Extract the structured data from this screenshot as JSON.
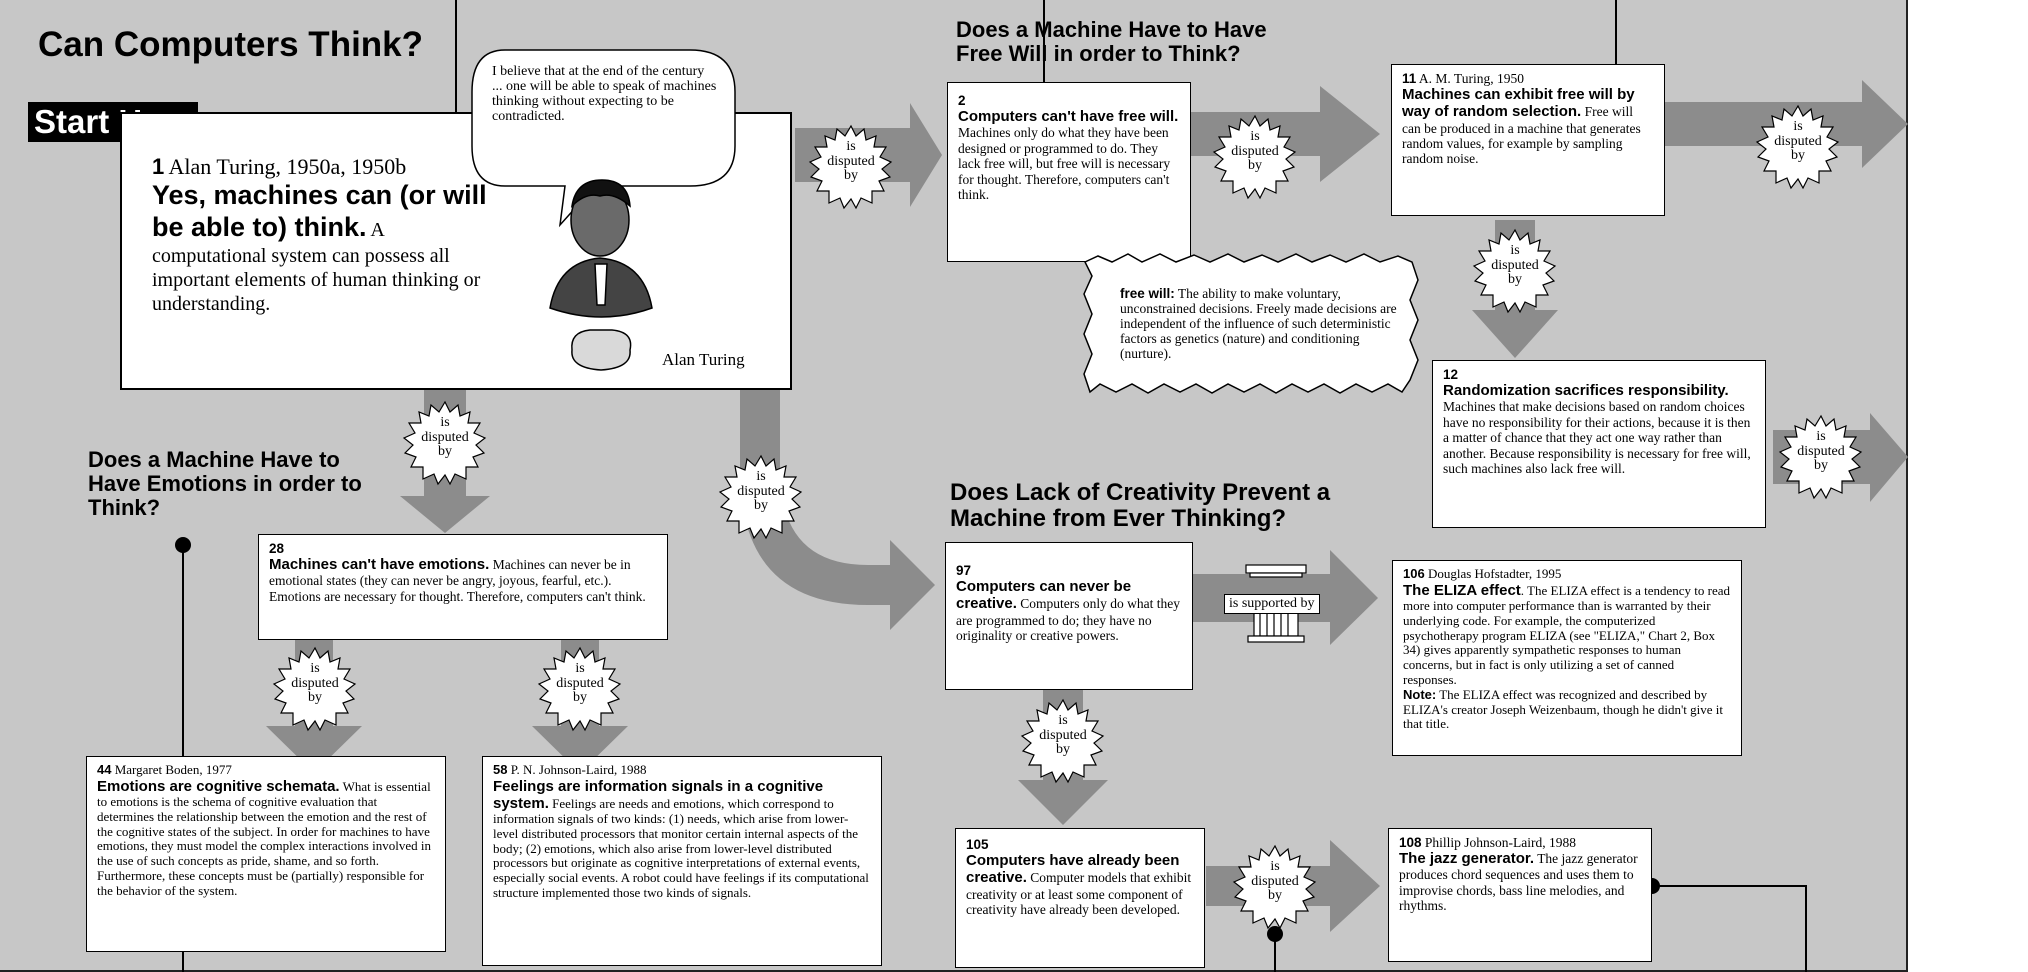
{
  "title": "Can Computers Think?",
  "start_label": "Start Here",
  "colors": {
    "background": "#c7c7c7",
    "arrow": "#8c8c8c",
    "box": "#ffffff"
  },
  "section_headings": {
    "free_will": "Does a Machine Have to Have Free Will in order to Think?",
    "emotions": "Does a Machine Have to Have Emotions  in order to Think?",
    "creativity": "Does Lack of Creativity  Prevent a Machine from  Ever Thinking?"
  },
  "link_labels": {
    "disputed": [
      "is",
      "disputed",
      "by"
    ],
    "supported": "is supported by"
  },
  "speech_bubble": "I believe that at the end of the century ... one will be able to speak of machines thinking without expecting to be contradicted.",
  "portrait_caption": "Alan Turing",
  "definition": {
    "term": "free will:",
    "text": "The ability to make voluntary, unconstrained decisions.  Freely made decisions are independent of the influence of such deterministic factors as genetics (nature) and conditioning (nurture)."
  },
  "boxes": {
    "b1": {
      "num": "1",
      "author": "Alan Turing, 1950a, 1950b",
      "claim": "Yes, machines can (or will be able to) think.",
      "text": "A computational system can possess all important elements of human thinking or understanding."
    },
    "b2": {
      "num": "2",
      "claim": "Computers can't have free will.",
      "text": "Machines only do what they have been designed or programmed to do.  They lack free will, but free will is necessary for thought.  Therefore, computers can't think."
    },
    "b11": {
      "num": "11",
      "author": "A. M. Turing, 1950",
      "claim": "Machines can exhibit free will by way of random selection.",
      "text": "Free will can be produced in a machine that generates random values, for example by sampling random noise."
    },
    "b12": {
      "num": "12",
      "claim": "Randomization sacrifices responsibility.",
      "text": "Machines that make decisions based on random choices have no responsibility for their actions, because it is then a matter of chance that they act one way rather than another.  Because responsibility is necessary for free will, such machines also lack free will."
    },
    "b28": {
      "num": "28",
      "claim": "Machines can't have emotions.",
      "text": "Machines can never be in emotional states (they can never be angry, joyous, fearful, etc.).  Emotions are necessary for thought.  Therefore, computers can't think."
    },
    "b44": {
      "num": "44",
      "author": "Margaret Boden, 1977",
      "claim": "Emotions are cognitive schemata.",
      "text": "What is essential to emotions is the schema of cognitive evaluation that determines the relationship between the emotion and the rest of the cognitive states of the subject.  In order for machines to have emotions, they must model the complex interactions involved in the use of such concepts as pride, shame, and so forth.  Furthermore, these concepts must be (partially) responsible for the behavior of the system."
    },
    "b58": {
      "num": "58",
      "author": "P. N. Johnson-Laird, 1988",
      "claim": "Feelings are information signals in a cognitive system.",
      "text": "Feelings are needs and emotions, which correspond to information signals of two kinds: (1) needs, which arise from lower-level distributed processors that monitor certain internal aspects of the body; (2) emotions, which also arise from lower-level distributed processors but originate as cognitive interpretations of external events, especially social events.  A robot could have feelings if its computational structure implemented those two kinds of signals."
    },
    "b97": {
      "num": "97",
      "claim": "Computers can never be creative.",
      "text": "Computers only do what they are programmed to do; they have no originality or creative powers."
    },
    "b105": {
      "num": "105",
      "claim": "Computers have already been creative.",
      "text": "Computer models that exhibit creativity or at least some component of creativity have already been developed."
    },
    "b106": {
      "num": "106",
      "author": "Douglas Hofstadter, 1995",
      "claim": "The ELIZA effect",
      "text": ".  The ELIZA effect is a tendency to read more into computer performance than is warranted by their underlying code. For example, the computerized psychotherapy program ELIZA (see \"ELIZA,\" Chart 2, Box 34) gives apparently sympathetic responses to human concerns, but in fact is only utilizing a set of canned responses.",
      "note_label": "Note:",
      "note": "The ELIZA effect was recognized and described by ELIZA's creator Joseph Weizenbaum, though he didn't give it that title."
    },
    "b108": {
      "num": "108",
      "author": "Phillip Johnson-Laird, 1988",
      "claim": "The jazz generator.",
      "text": "The jazz generator produces chord sequences and uses them to improvise chords, bass line melodies, and rhythms."
    }
  }
}
